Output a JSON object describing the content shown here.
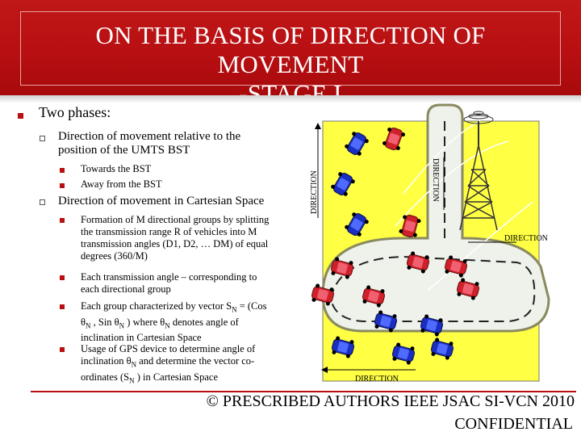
{
  "title_line1": "ON THE BASIS OF DIRECTION OF MOVEMENT",
  "title_line2": "-STAGE I",
  "main_bullet": "Two phases:",
  "phase1": {
    "label_line1": "Direction of movement relative to the",
    "label_line2": "position of the UMTS BST",
    "items": [
      "Towards the BST",
      "Away from the BST"
    ]
  },
  "phase2": {
    "label": "Direction of movement in Cartesian Space",
    "items": [
      {
        "lines": [
          "Formation of M directional groups by splitting",
          "the transmission range R of vehicles into M",
          "transmission angles (D1, D2, … DM) of equal",
          "degrees (360/M)"
        ]
      },
      {
        "lines": [
          "Each transmission angle – corresponding to",
          "each directional group"
        ]
      },
      {
        "lines": [
          "Each group characterized by vector S",
          " = (Cos",
          "θ",
          " , Sin θ",
          " ) where θ",
          " denotes angle of",
          "inclination in Cartesian Space"
        ],
        "sub": "N"
      },
      {
        "lines": [
          "Usage of GPS device to determine angle of",
          "inclination θ",
          " and determine the vector co-",
          "ordinates (S",
          " ) in Cartesian Space"
        ],
        "sub": "N"
      }
    ]
  },
  "diagram": {
    "label_left": "DIRECTION",
    "label_right": "DIRECTION",
    "label_side": "DIRECTION",
    "label_bottom": "DIRECTION"
  },
  "footer": {
    "copyright": "© PRESCRIBED AUTHORS IEEE JSAC SI-VCN 2010",
    "confidential": "CONFIDENTIAL"
  },
  "colors": {
    "header_red": "#b80f12",
    "road_yellow": "#ffff44",
    "car_blue": "#1a2fbf",
    "car_red": "#d0202a"
  }
}
